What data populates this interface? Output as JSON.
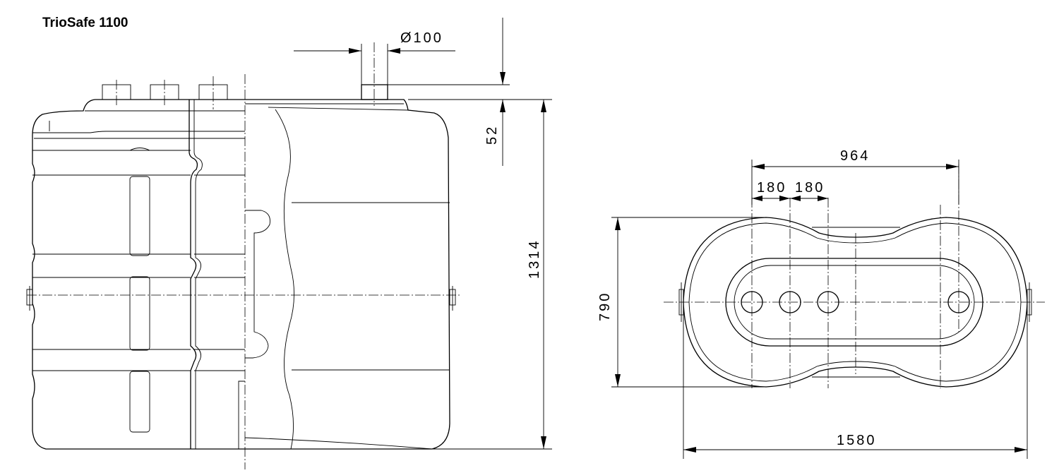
{
  "title": "TrioSafe 1100",
  "dimensions": {
    "inlet_diameter": "Ø100",
    "top_height": "52",
    "total_height": "1314",
    "width_depth": "790",
    "spacing_1": "180",
    "spacing_2": "180",
    "centers_span": "964",
    "total_length": "1580"
  }
}
